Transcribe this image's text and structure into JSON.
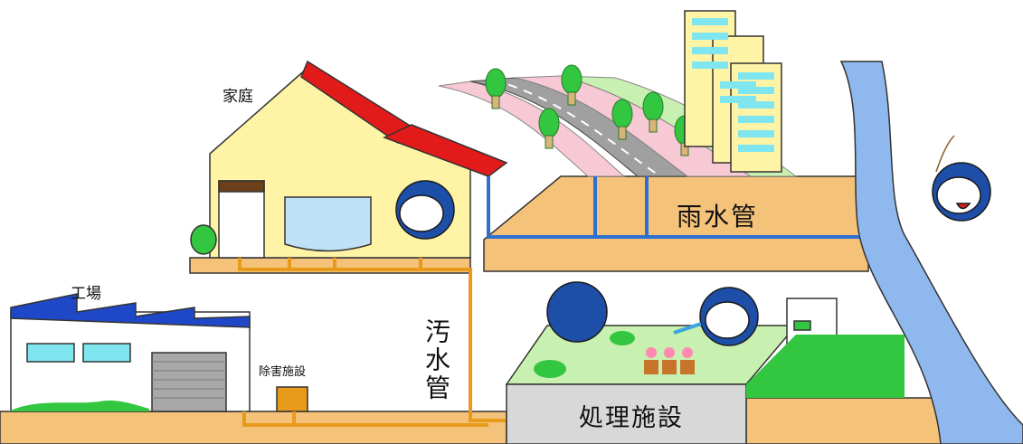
{
  "labels": {
    "home": "家庭",
    "factory": "工場",
    "removal_facility": "除害施設",
    "storm_sewer": "雨水管",
    "sanitary_sewer": "汚水管",
    "treatment_plant": "処理施設"
  },
  "colors": {
    "ground": "#f5c27a",
    "pipe_sewage": "#e89a1a",
    "pipe_rain": "#2f6fd1",
    "river": "#8fb9ee",
    "grass": "#33c640",
    "roof_home": "#e31a1a",
    "roof_factory": "#1f48c9",
    "mascot_blue": "#1e4fa8",
    "house_wall": "#fff3a6"
  },
  "icons": [
    "house",
    "factory",
    "removal-facility",
    "treatment-plant",
    "river",
    "road",
    "buildings",
    "trees",
    "mascot-fish"
  ]
}
